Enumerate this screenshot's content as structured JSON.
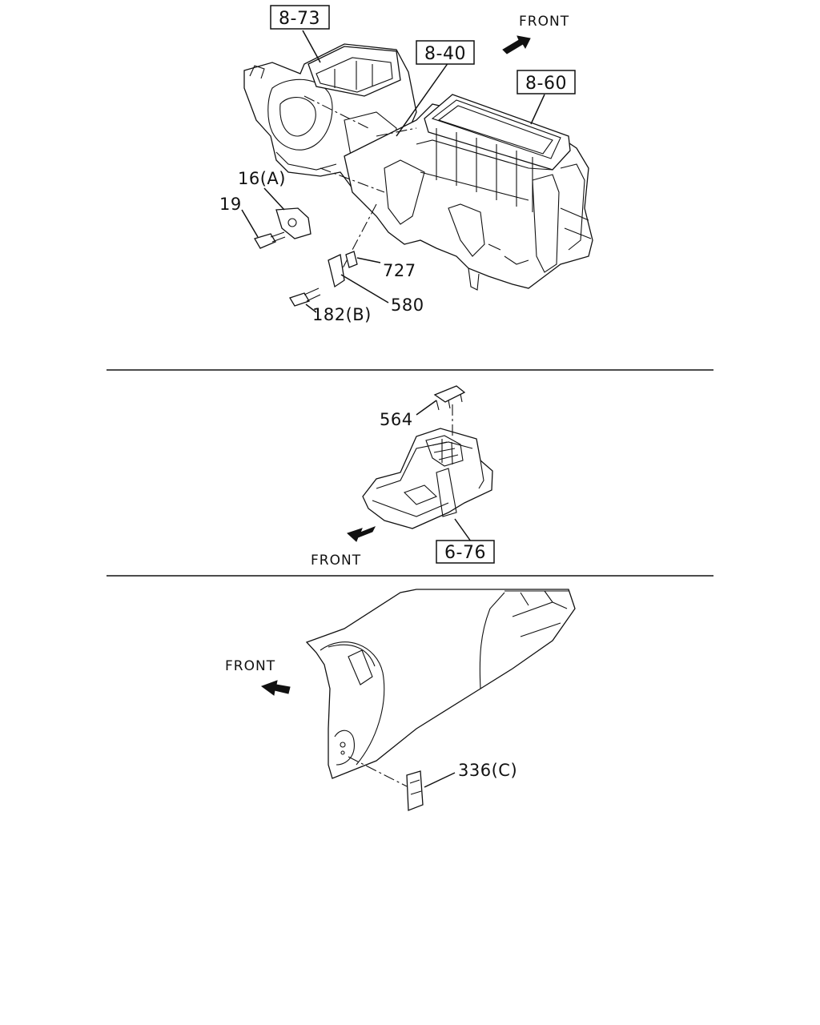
{
  "sections": [
    {
      "id": "hvac",
      "ref_labels": [
        "8-73",
        "8-40",
        "8-60"
      ],
      "part_labels": [
        "16(A)",
        "19",
        "727",
        "580",
        "182(B)"
      ],
      "direction_label": "FRONT"
    },
    {
      "id": "console",
      "ref_labels": [
        "6-76"
      ],
      "part_labels": [
        "564"
      ],
      "direction_label": "FRONT"
    },
    {
      "id": "dashboard",
      "ref_labels": [],
      "part_labels": [
        "336(C)"
      ],
      "direction_label": "FRONT"
    }
  ],
  "style": {
    "line_color": "#111111",
    "background": "#ffffff"
  }
}
